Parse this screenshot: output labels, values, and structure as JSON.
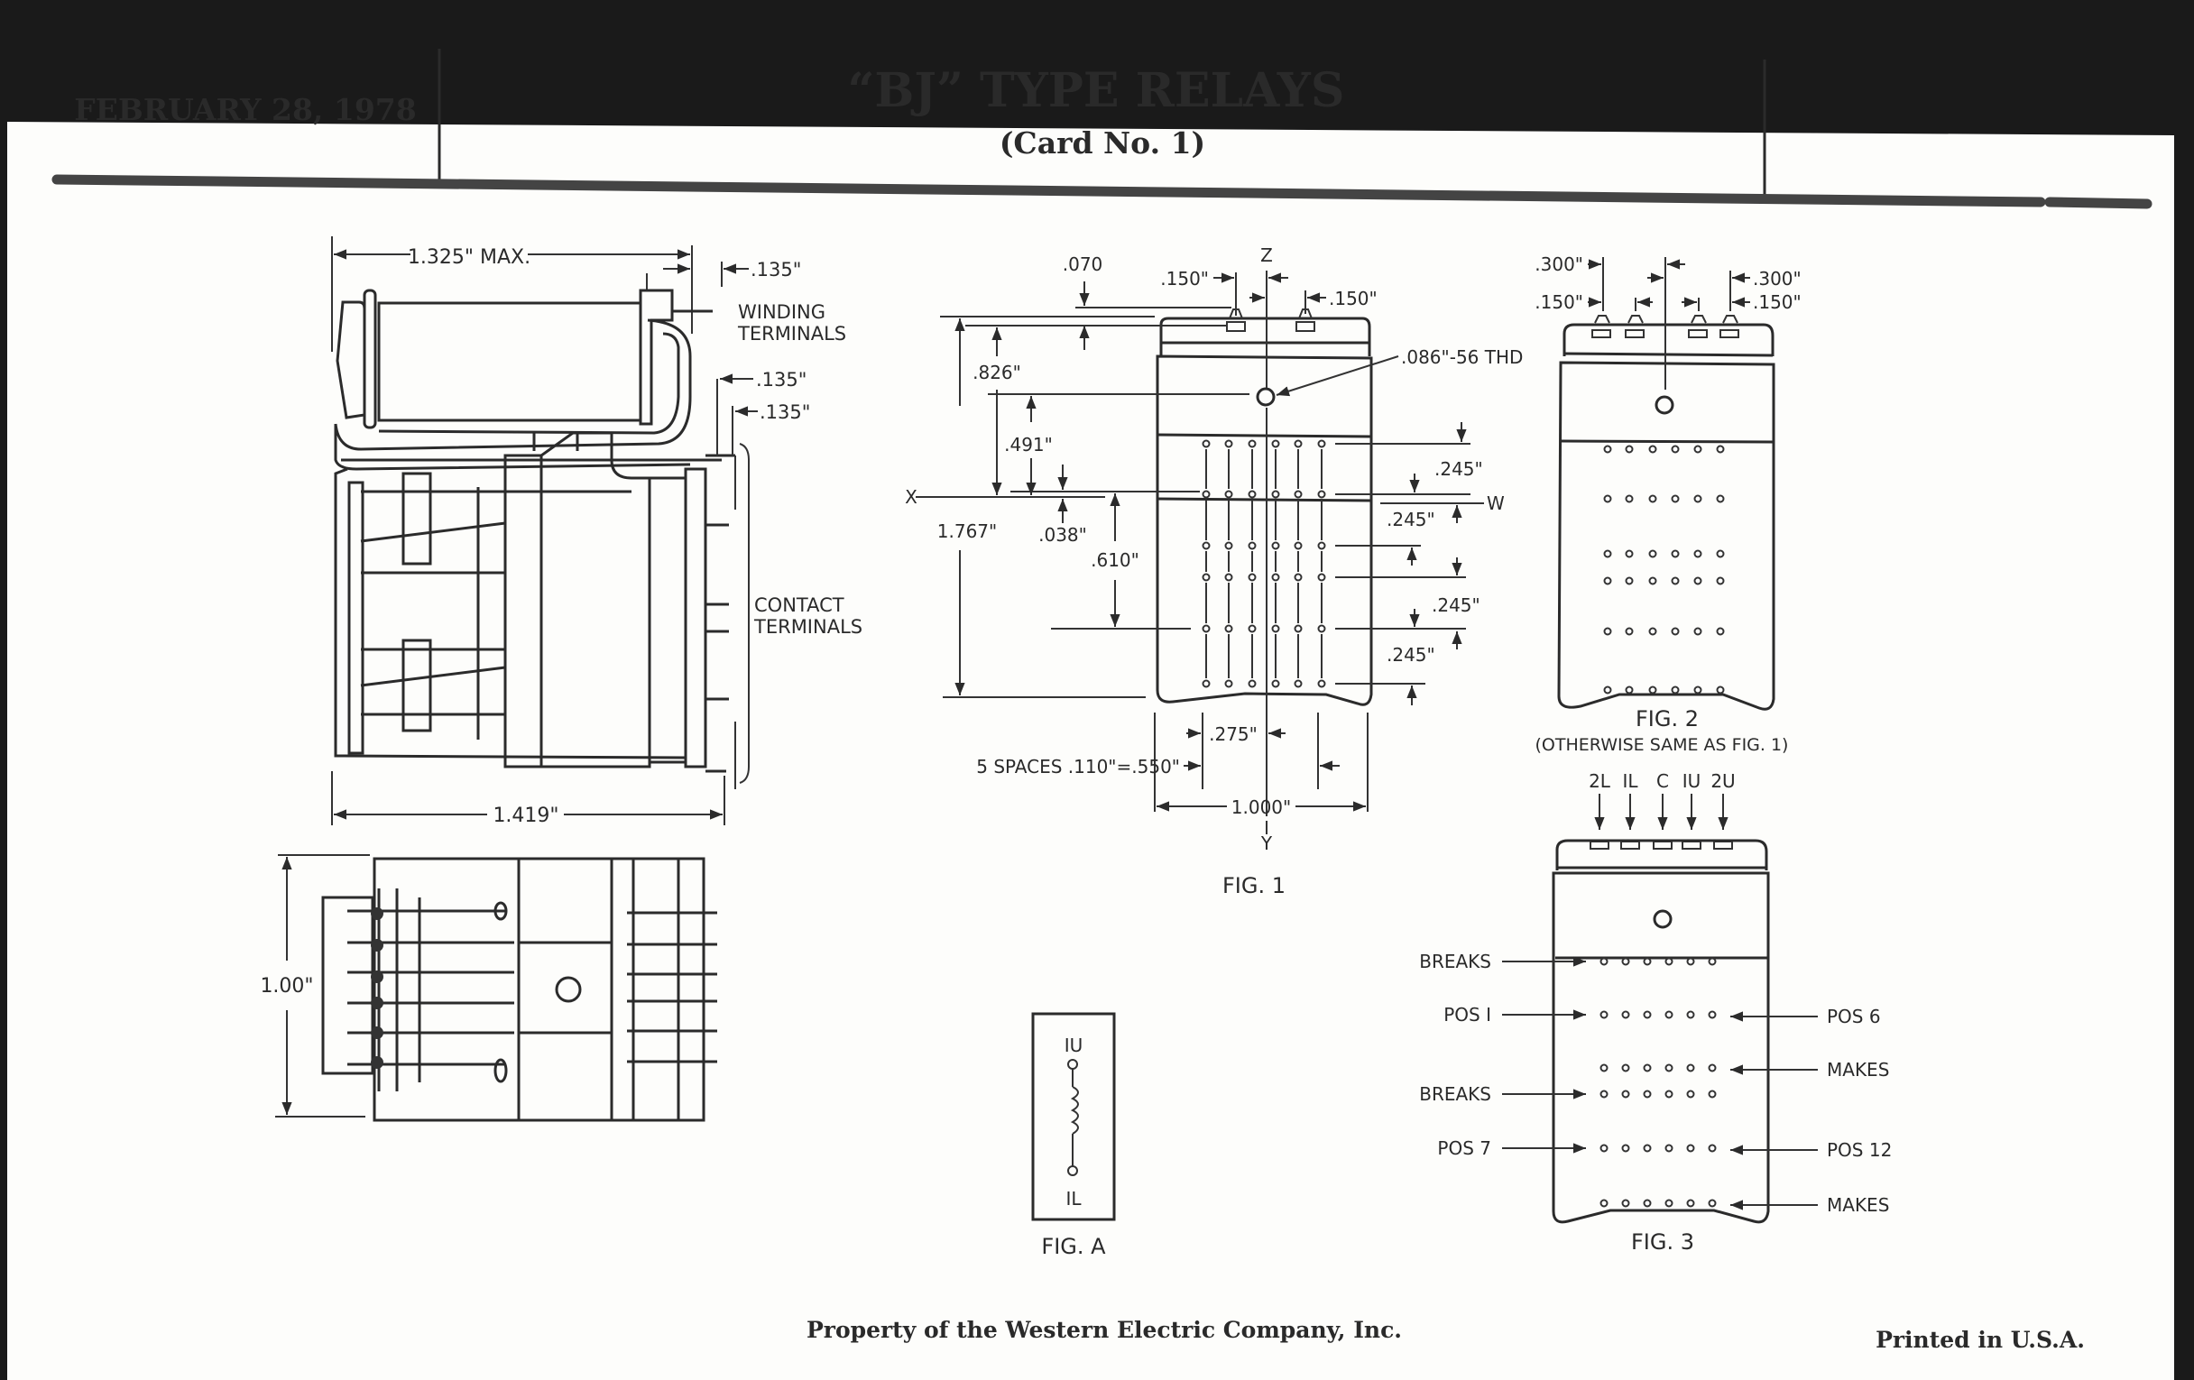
{
  "header": {
    "date": "FEBRUARY 28, 1978",
    "title": "“BJ” TYPE RELAYS",
    "subtitle": "(Card No. 1)"
  },
  "side_view": {
    "width_max": "1.325\" MAX.",
    "winding_offset": ".135\"",
    "winding_label_1": "WINDING",
    "winding_label_2": "TERMINALS",
    "contact_offset_1": ".135\"",
    "contact_offset_2": ".135\"",
    "contact_label_1": "CONTACT",
    "contact_label_2": "TERMINALS",
    "overall_width": "1.419\""
  },
  "top_view": {
    "height": "1.00\""
  },
  "fig1": {
    "caption": "FIG. 1",
    "axis_z": "Z",
    "axis_x": "X",
    "axis_y": "Y",
    "axis_w": "W",
    "dim_070": ".070",
    "dim_150_left": ".150\"",
    "dim_150_right": ".150\"",
    "thread": ".086\"-56 THD",
    "dim_826": ".826\"",
    "dim_491": ".491\"",
    "dim_1767": "1.767\"",
    "dim_038": ".038\"",
    "dim_610": ".610\"",
    "dim_245_a": ".245\"",
    "dim_245_b": ".245\"",
    "dim_245_c": ".245\"",
    "dim_245_d": ".245\"",
    "dim_275": ".275\"",
    "spaces": "5 SPACES .110\"=.550\"",
    "dim_1000": "1.000\""
  },
  "fig2": {
    "caption": "FIG. 2",
    "note": "(OTHERWISE SAME AS FIG. 1)",
    "dim_300_left": ".300\"",
    "dim_150_left": ".150\"",
    "dim_300_right": ".300\"",
    "dim_150_right": ".150\""
  },
  "fig3": {
    "caption": "FIG. 3",
    "terminals": [
      "2L",
      "IL",
      "C",
      "IU",
      "2U"
    ],
    "left_labels": [
      "BREAKS",
      "POS I",
      "BREAKS",
      "POS 7"
    ],
    "right_labels": [
      "POS 6",
      "MAKES",
      "POS 12",
      "MAKES"
    ]
  },
  "figA": {
    "caption": "FIG. A",
    "top_terminal": "IU",
    "bottom_terminal": "IL"
  },
  "footer": {
    "property": "Property of the Western Electric Company, Inc.",
    "printed": "Printed in U.S.A."
  }
}
